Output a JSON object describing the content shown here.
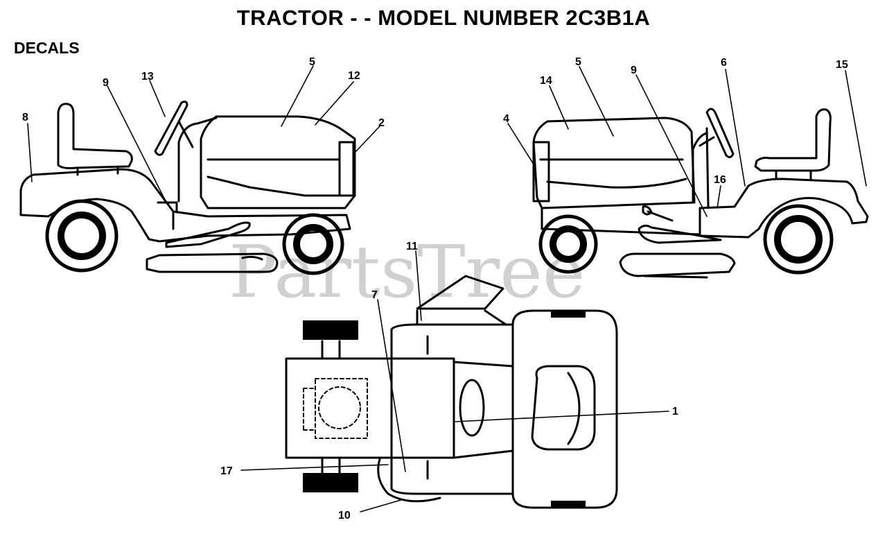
{
  "title": "TRACTOR - - MODEL NUMBER 2C3B1A",
  "section": "DECALS",
  "watermark": "PartsTree",
  "callouts": [
    "1",
    "2",
    "4",
    "5",
    "6",
    "7",
    "8",
    "9",
    "10",
    "11",
    "12",
    "13",
    "14",
    "15",
    "16",
    "17"
  ],
  "left_view": {
    "labels": {
      "c8": "8",
      "c9": "9",
      "c13": "13",
      "c5": "5",
      "c12": "12",
      "c2": "2"
    }
  },
  "right_view": {
    "labels": {
      "c4": "4",
      "c14": "14",
      "c5": "5",
      "c9": "9",
      "c6": "6",
      "c15": "15",
      "c16": "16"
    }
  },
  "top_view": {
    "labels": {
      "c11": "11",
      "c7": "7",
      "c1": "1",
      "c17": "17",
      "c10": "10"
    }
  }
}
